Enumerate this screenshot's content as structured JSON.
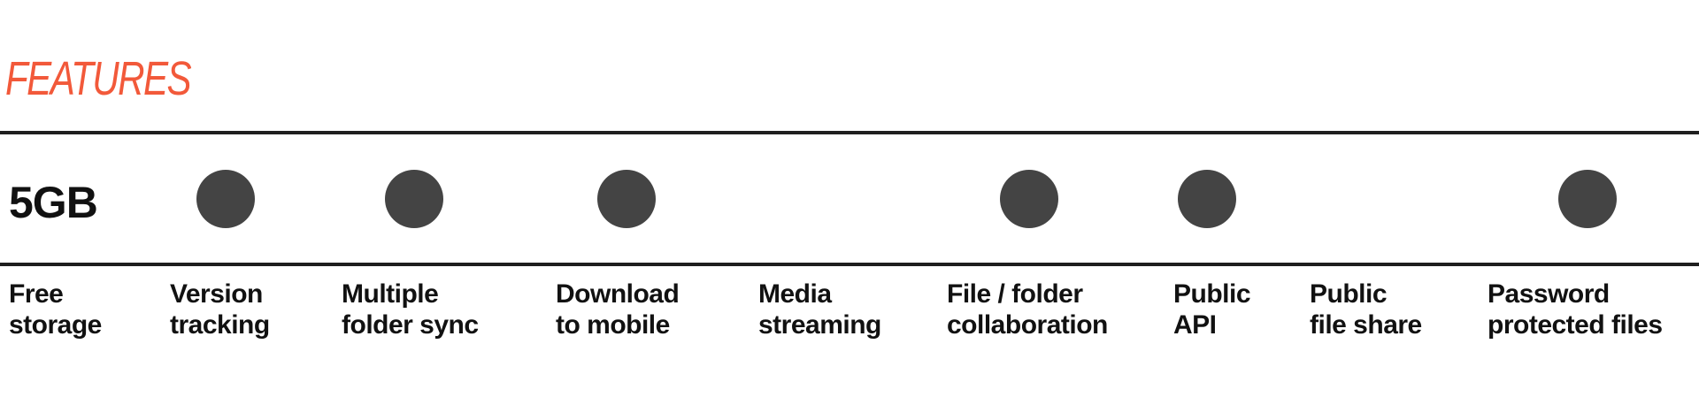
{
  "section": {
    "title": "FEATURES"
  },
  "storage": {
    "value": "5GB"
  },
  "features": [
    {
      "line1": "Free",
      "line2": "storage"
    },
    {
      "line1": "Version",
      "line2": "tracking",
      "included": true
    },
    {
      "line1": "Multiple",
      "line2": "folder sync",
      "included": true
    },
    {
      "line1": "Download",
      "line2": "to mobile",
      "included": true
    },
    {
      "line1": "Media",
      "line2": "streaming",
      "included": false
    },
    {
      "line1": "File / folder",
      "line2": "collaboration",
      "included": true
    },
    {
      "line1": "Public",
      "line2": "API",
      "included": true
    },
    {
      "line1": "Public",
      "line2": "file share",
      "included": false
    },
    {
      "line1": "Password",
      "line2": "protected files",
      "included": true
    }
  ],
  "colors": {
    "accent": "#f2593a",
    "dot": "#444444",
    "rule": "#1f1f1f",
    "text": "#111111"
  }
}
